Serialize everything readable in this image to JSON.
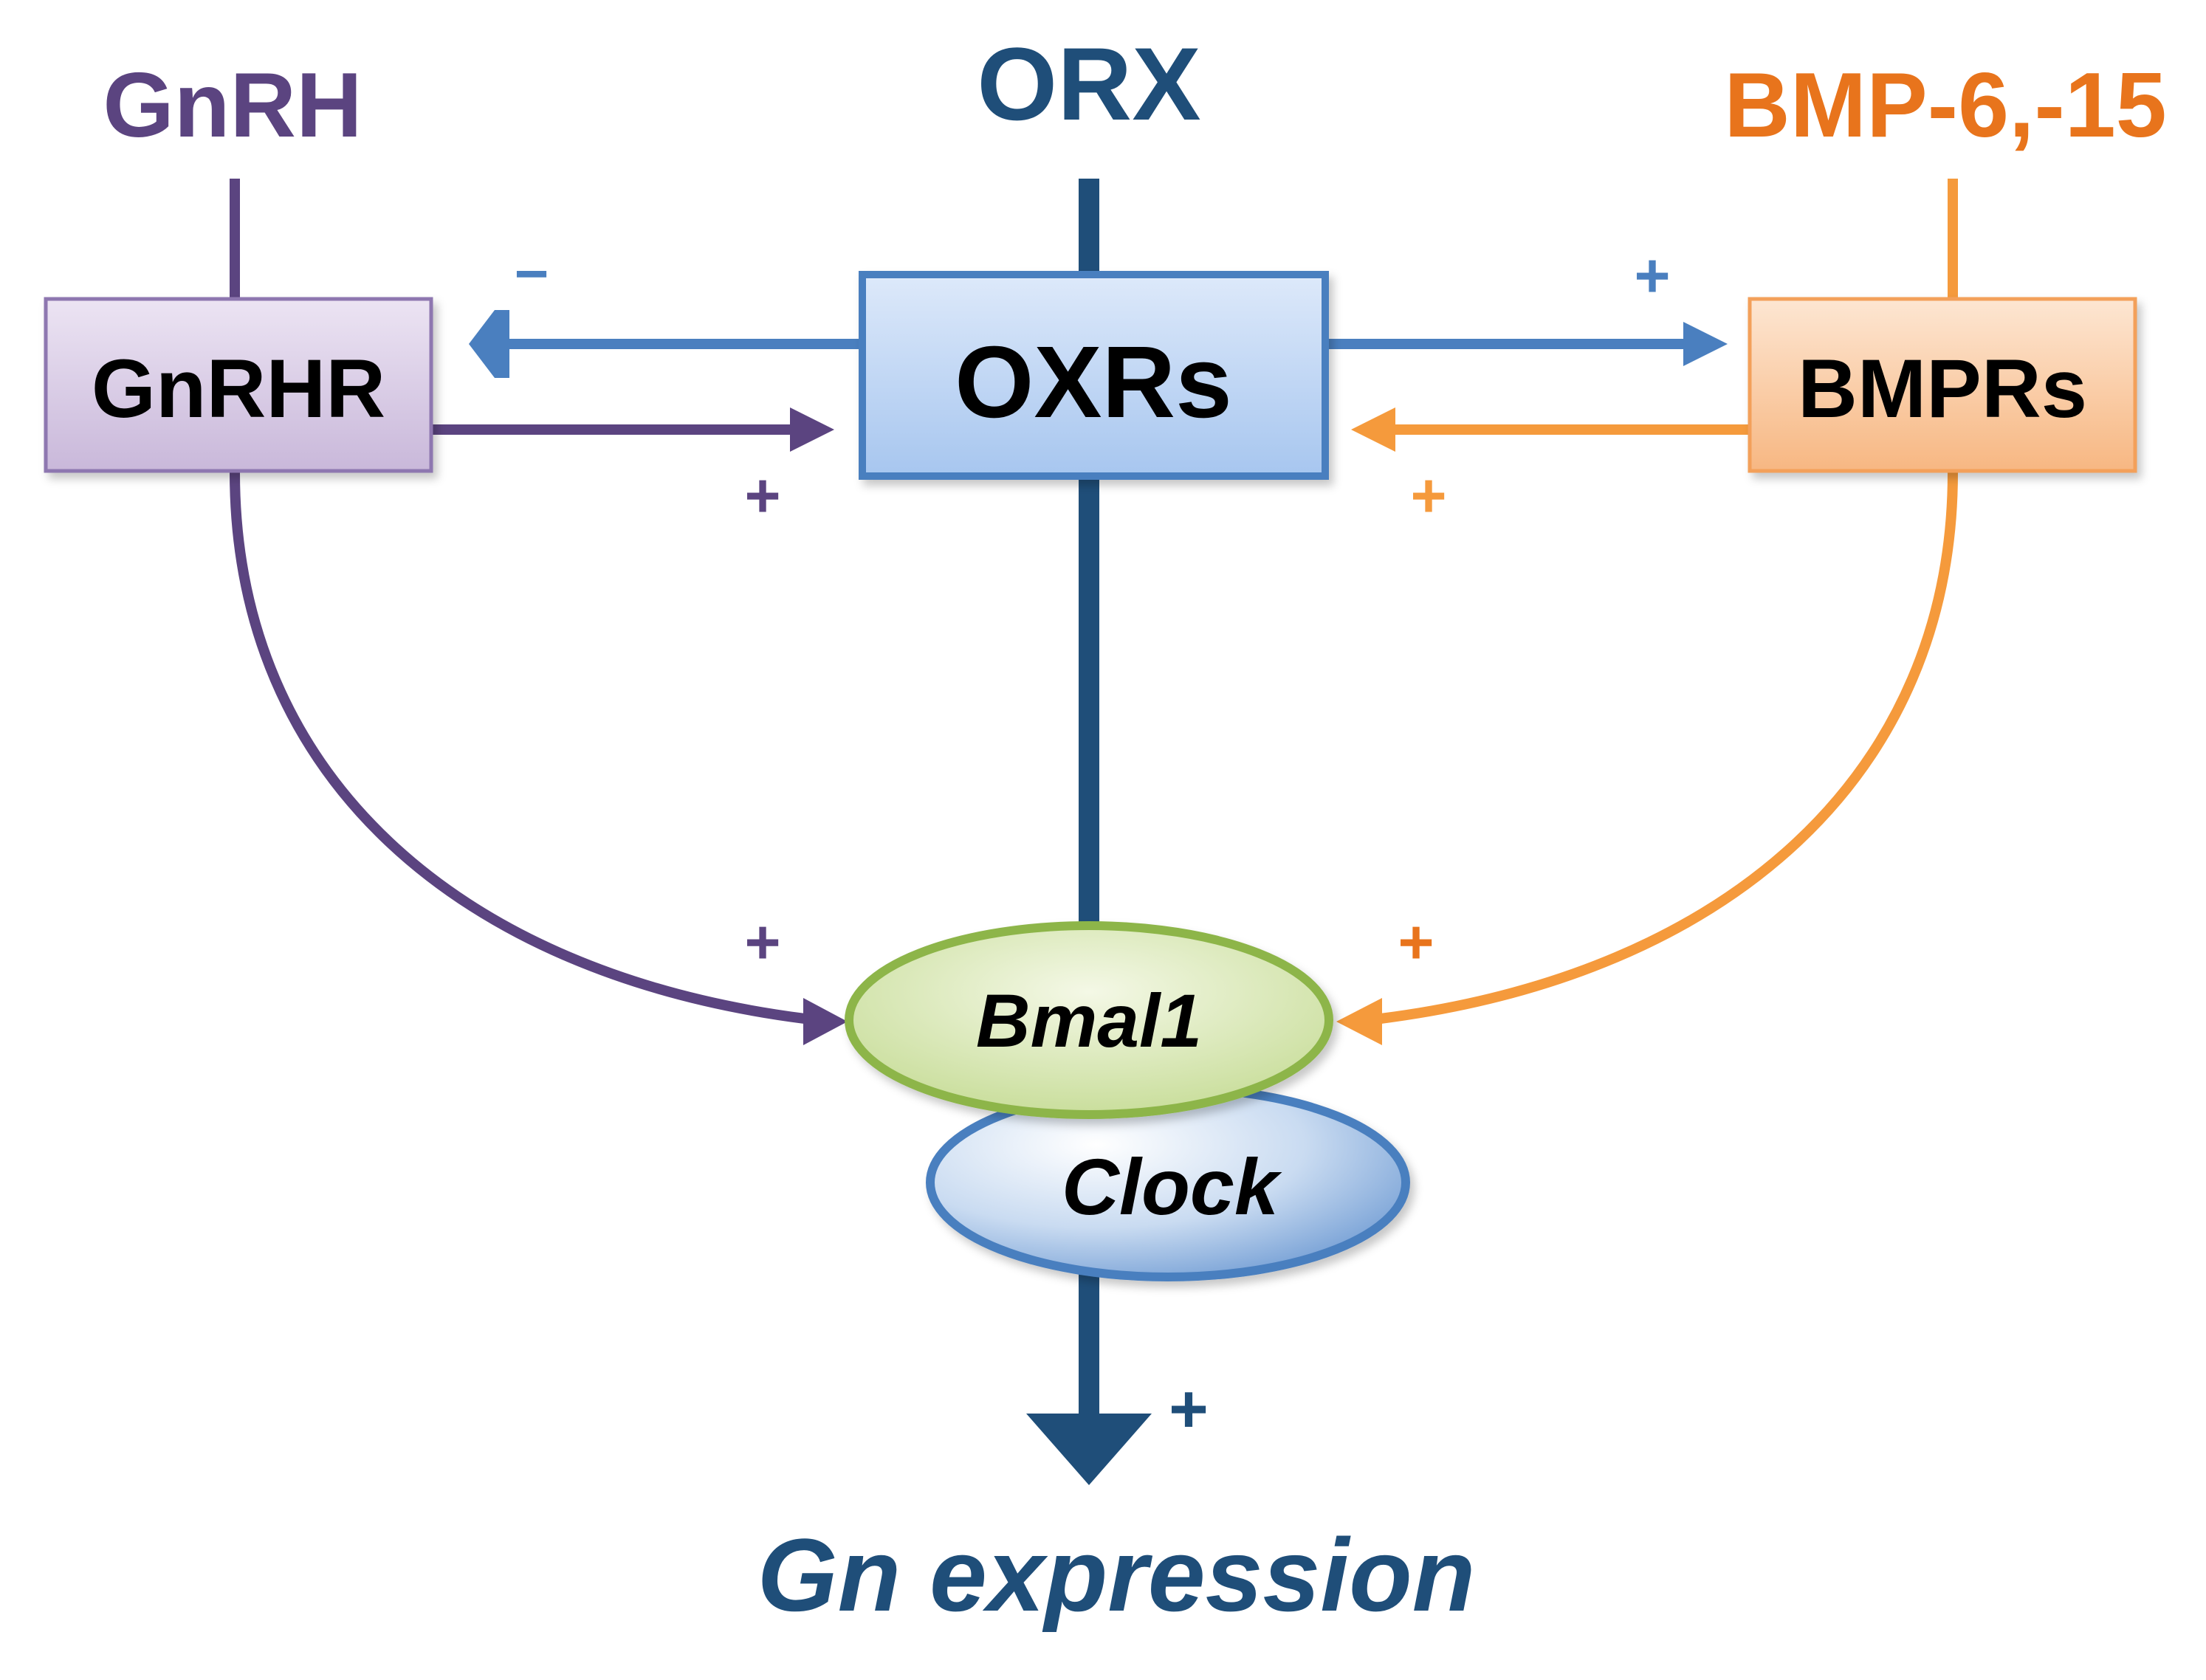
{
  "ligands": {
    "gnrh": "GnRH",
    "orx": "ORX",
    "bmp": "BMP-6,-15"
  },
  "receptors": {
    "gnrhr": "GnRHR",
    "oxrs": "OXRs",
    "bmprs": "BMPRs"
  },
  "clock_genes": {
    "bmal1": "Bmal1",
    "clock": "Clock"
  },
  "output": "Gn expression",
  "signs": {
    "oxrs_to_gnrhr": "−",
    "oxrs_to_bmprs": "+",
    "gnrhr_to_oxrs": "+",
    "bmprs_to_oxrs": "+",
    "gnrhr_to_bmal1": "+",
    "bmprs_to_bmal1": "+",
    "clock_to_output": "+"
  },
  "colors": {
    "gnrh": "#5b4480",
    "orx": "#1f4e79",
    "oxr_arrow": "#4a7fbf",
    "bmp": "#e8741c",
    "bmp_arrow": "#f59a3c",
    "bmal1": "#8db54a",
    "clock": "#4a7fbf"
  }
}
